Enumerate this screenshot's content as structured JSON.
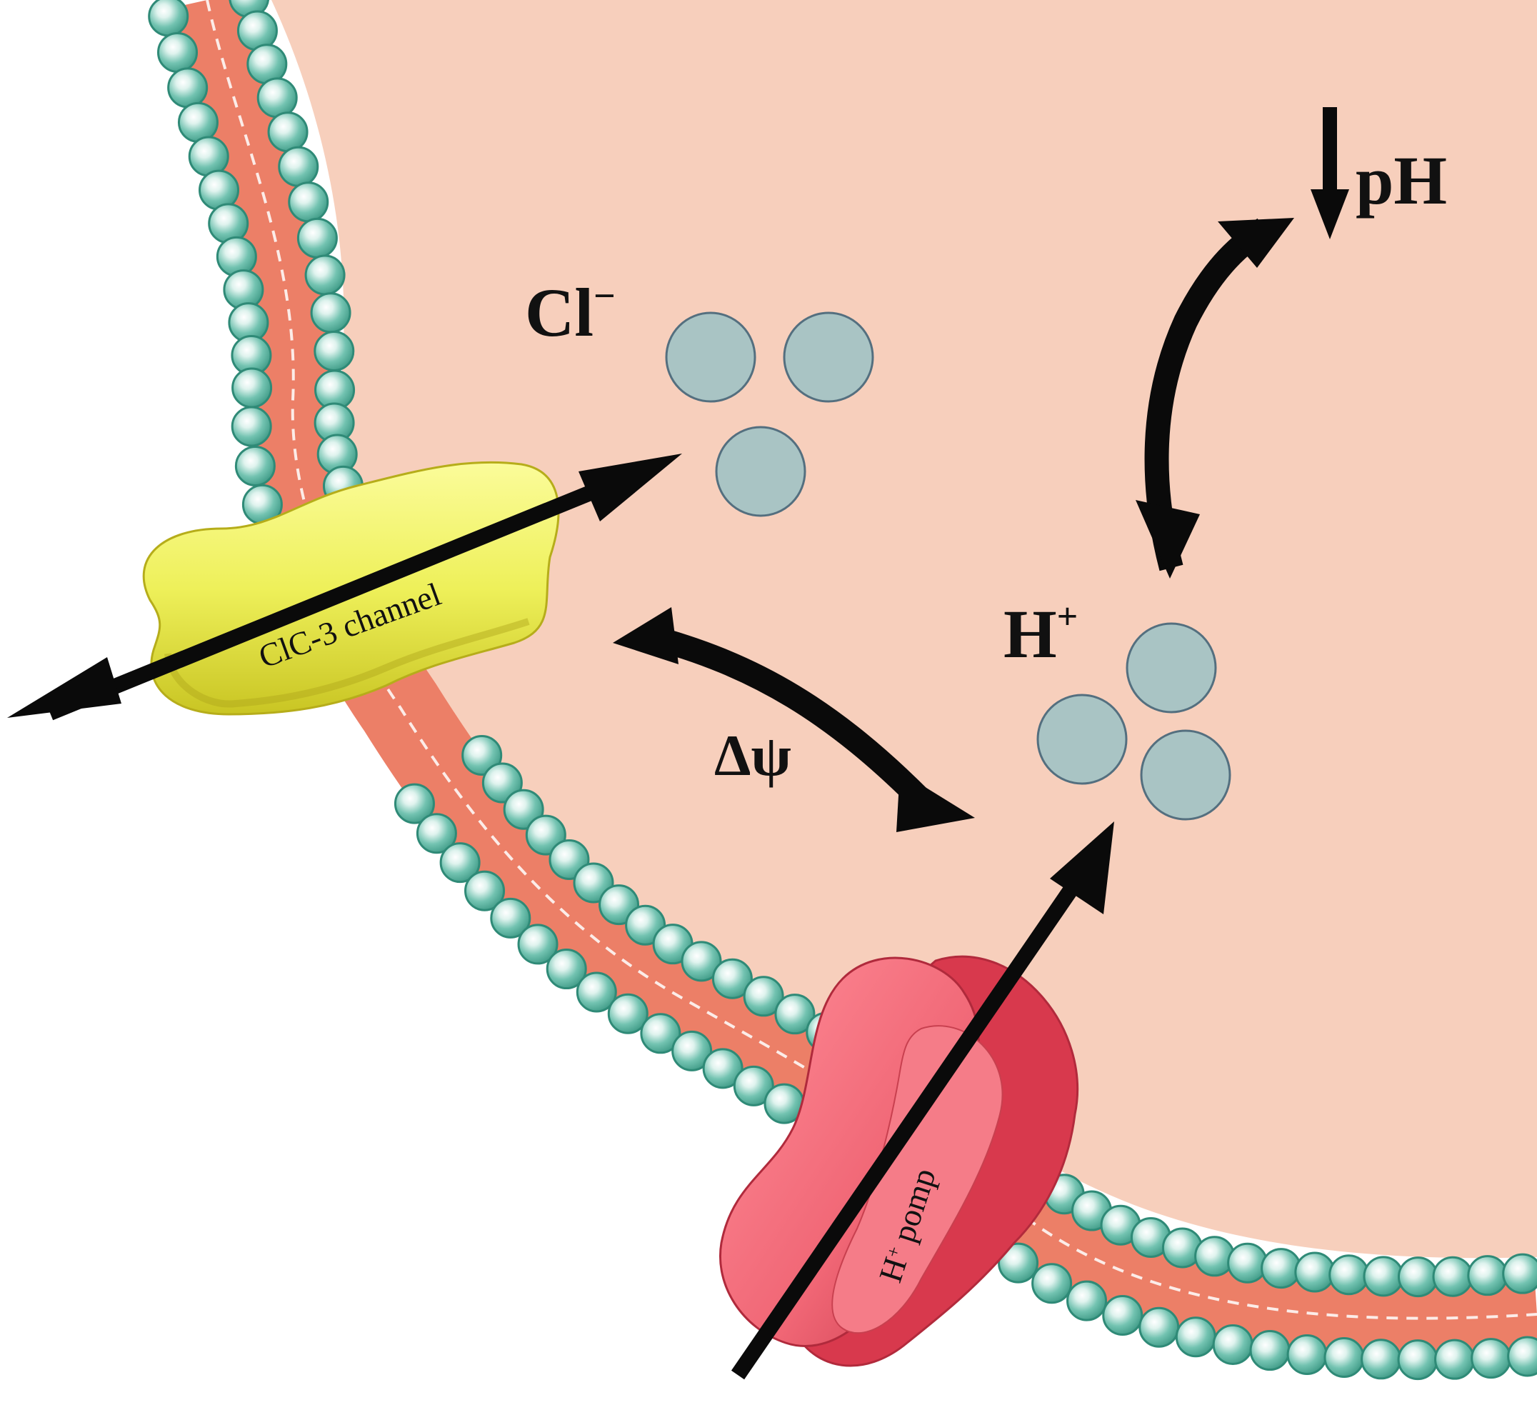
{
  "labels": {
    "chloride": {
      "base": "Cl",
      "sup": "−"
    },
    "proton": {
      "base": "H",
      "sup": "+"
    },
    "ph": "pH",
    "delta_psi": "Δψ",
    "clc3": "ClC-3 channel",
    "pump": {
      "sup": "+",
      "base": "H",
      "rest": " pomp"
    }
  },
  "colors": {
    "background": "#ffffff",
    "lumen": "#f7cfbc",
    "membrane_core": "#ec7f67",
    "head_fill": "#6fc1ae",
    "head_stroke": "#2f8a77",
    "ion_fill": "#a9c4c4",
    "ion_stroke": "#546f7f",
    "channel_yellow": "#eef05a",
    "pump_red": "#f06675",
    "arrow": "#0a0a0a"
  },
  "icons": {
    "ph_indicator": "down-arrow-icon"
  }
}
